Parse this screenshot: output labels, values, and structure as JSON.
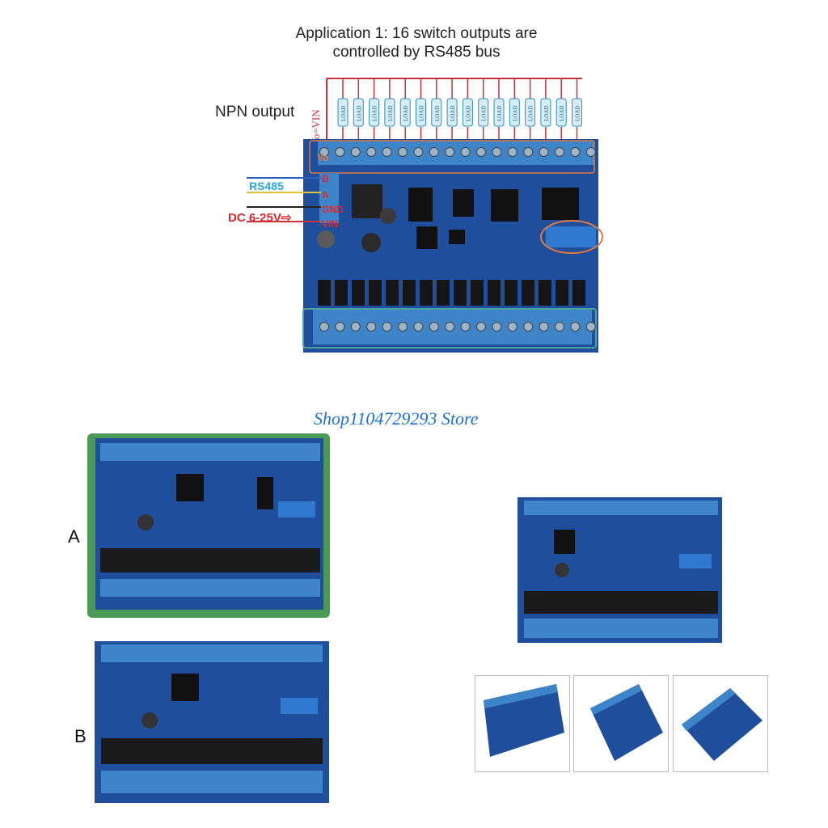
{
  "title_line1": "Application 1:  16 switch outputs are",
  "title_line2": "controlled by RS485 bus",
  "npn_label": "NPN output",
  "vo_vin_label": "Vo=VIN",
  "load_label": "LOAD",
  "rs485_label": "RS485",
  "dc_label": "DC 6-25V⇨",
  "terminal_labels": [
    "Vo",
    "B",
    "A",
    "GND",
    "VIN"
  ],
  "store_watermark": "Shop1104729293 Store",
  "variant_a_label": "A",
  "variant_b_label": "B",
  "colors": {
    "board": "#1f4f9c",
    "terminal": "#3d84c9",
    "wire_red": "#c8323a",
    "wire_blue": "#2a62b7",
    "wire_yellow": "#e0c23a",
    "highlight": "#e07a3a",
    "rail": "#4a9a55"
  }
}
